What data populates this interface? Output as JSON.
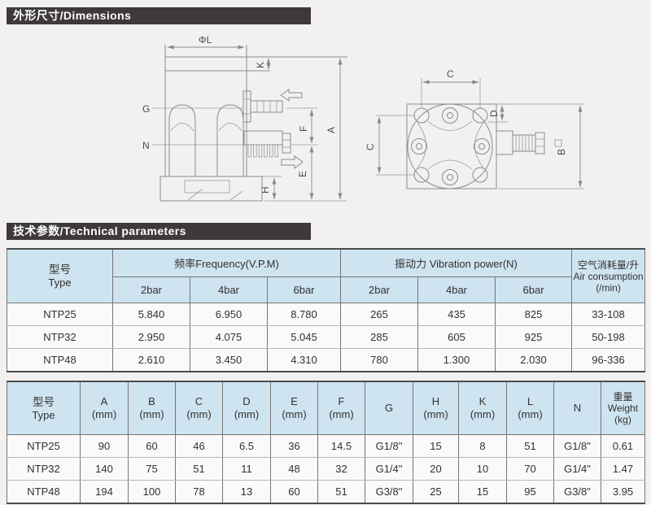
{
  "section_bars": {
    "dimensions": "外形尺寸/Dimensions",
    "technical": "技术参数/Technical parameters"
  },
  "drawing_labels": {
    "front": {
      "diameter_l": "ΦL",
      "k": "K",
      "a": "A",
      "g": "G",
      "n": "N",
      "f": "F",
      "e": "E",
      "h": "H"
    },
    "top": {
      "c_top": "C",
      "c_left": "C",
      "d": "D",
      "b": "B"
    }
  },
  "freq_table": {
    "type_header": {
      "zh": "型号",
      "en": "Type"
    },
    "frequency_group": "频率Frequency(V.P.M)",
    "vibration_group": "振动力 Vibration power(N)",
    "air_header": {
      "l1": "空气消耗量/升",
      "l2": "Air consumption",
      "l3": "(/min)"
    },
    "pressure_cols": [
      "2bar",
      "4bar",
      "6bar",
      "2bar",
      "4bar",
      "6bar"
    ],
    "rows": [
      {
        "cells": [
          "NTP25",
          "5.840",
          "6.950",
          "8.780",
          "265",
          "435",
          "825",
          "33-108"
        ]
      },
      {
        "cells": [
          "NTP32",
          "2.950",
          "4.075",
          "5.045",
          "285",
          "605",
          "925",
          "50-198"
        ]
      },
      {
        "cells": [
          "NTP48",
          "2.610",
          "3.450",
          "4.310",
          "780",
          "1.300",
          "2.030",
          "96-336"
        ]
      }
    ]
  },
  "dim_table": {
    "headers": [
      {
        "l1": "型号",
        "l2": "Type"
      },
      {
        "l1": "A",
        "l2": "(mm)"
      },
      {
        "l1": "B",
        "l2": "(mm)"
      },
      {
        "l1": "C",
        "l2": "(mm)"
      },
      {
        "l1": "D",
        "l2": "(mm)"
      },
      {
        "l1": "E",
        "l2": "(mm)"
      },
      {
        "l1": "F",
        "l2": "(mm)"
      },
      {
        "l1": "G"
      },
      {
        "l1": "H",
        "l2": "(mm)"
      },
      {
        "l1": "K",
        "l2": "(mm)"
      },
      {
        "l1": "L",
        "l2": "(mm)"
      },
      {
        "l1": "N"
      },
      {
        "l1": "重量",
        "l2": "Weight",
        "l3": "(kg)"
      }
    ],
    "rows": [
      {
        "cells": [
          "NTP25",
          "90",
          "60",
          "46",
          "6.5",
          "36",
          "14.5",
          "G1/8\"",
          "15",
          "8",
          "51",
          "G1/8\"",
          "0.61"
        ]
      },
      {
        "cells": [
          "NTP32",
          "140",
          "75",
          "51",
          "11",
          "48",
          "32",
          "G1/4\"",
          "20",
          "10",
          "70",
          "G1/4\"",
          "1.47"
        ]
      },
      {
        "cells": [
          "NTP48",
          "194",
          "100",
          "78",
          "13",
          "60",
          "51",
          "G3/8\"",
          "25",
          "15",
          "95",
          "G3/8\"",
          "3.95"
        ]
      }
    ]
  },
  "colors": {
    "section_bar_bg": "#3d3a39",
    "table_header_bg": "#cee4f0",
    "drawing_line": "#8a8a8a",
    "page_bg": "#f2f1ef"
  }
}
